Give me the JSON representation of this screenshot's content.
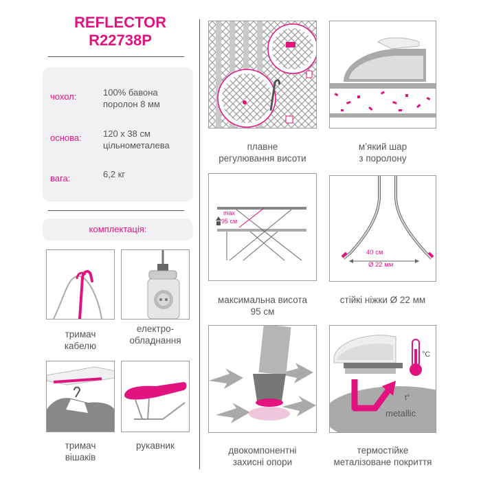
{
  "product": {
    "brand": "REFLECTOR",
    "model": "R22738P"
  },
  "specs": [
    {
      "label": "чохол:",
      "value_line1": "100% бавона",
      "value_line2": "поролон 8 мм"
    },
    {
      "label": "основа:",
      "value_line1": "120 x 38 см",
      "value_line2": "цільнометалева"
    },
    {
      "label": "вага:",
      "value_line1": "6,2 кг",
      "value_line2": ""
    }
  ],
  "kit_title": "комплектація:",
  "kit_items": [
    {
      "caption_line1": "тримач",
      "caption_line2": "кабелю"
    },
    {
      "caption_line1": "електро-",
      "caption_line2": "обладнання"
    },
    {
      "caption_line1": "тримач",
      "caption_line2": "вішаків"
    },
    {
      "caption_line1": "рукавник",
      "caption_line2": ""
    }
  ],
  "features": [
    {
      "caption_line1": "плавне",
      "caption_line2": "регулювання висоти"
    },
    {
      "caption_line1": "м’який шар",
      "caption_line2": "з поролону"
    },
    {
      "caption_line1": "максимальна висота",
      "caption_line2": "95 см"
    },
    {
      "caption_line1": "стійкі ніжки Ø 22 мм",
      "caption_line2": ""
    },
    {
      "caption_line1": "двокомпонентні",
      "caption_line2": "захисні опори"
    },
    {
      "caption_line1": "термостійке",
      "caption_line2": "металізоване покриття"
    }
  ],
  "height_diagram": {
    "label_top": "max",
    "label_bottom": "95 см"
  },
  "legs_diagram": {
    "width_label": "40 см",
    "diameter_label": "Ø 22 мм"
  },
  "coating_diagram": {
    "temp_label": "°С",
    "t_label": "t°",
    "metal_label": "metallic"
  },
  "colors": {
    "accent": "#e0137f",
    "text": "#555555",
    "panel": "#f1f1f4",
    "border": "#9a9a9a"
  }
}
